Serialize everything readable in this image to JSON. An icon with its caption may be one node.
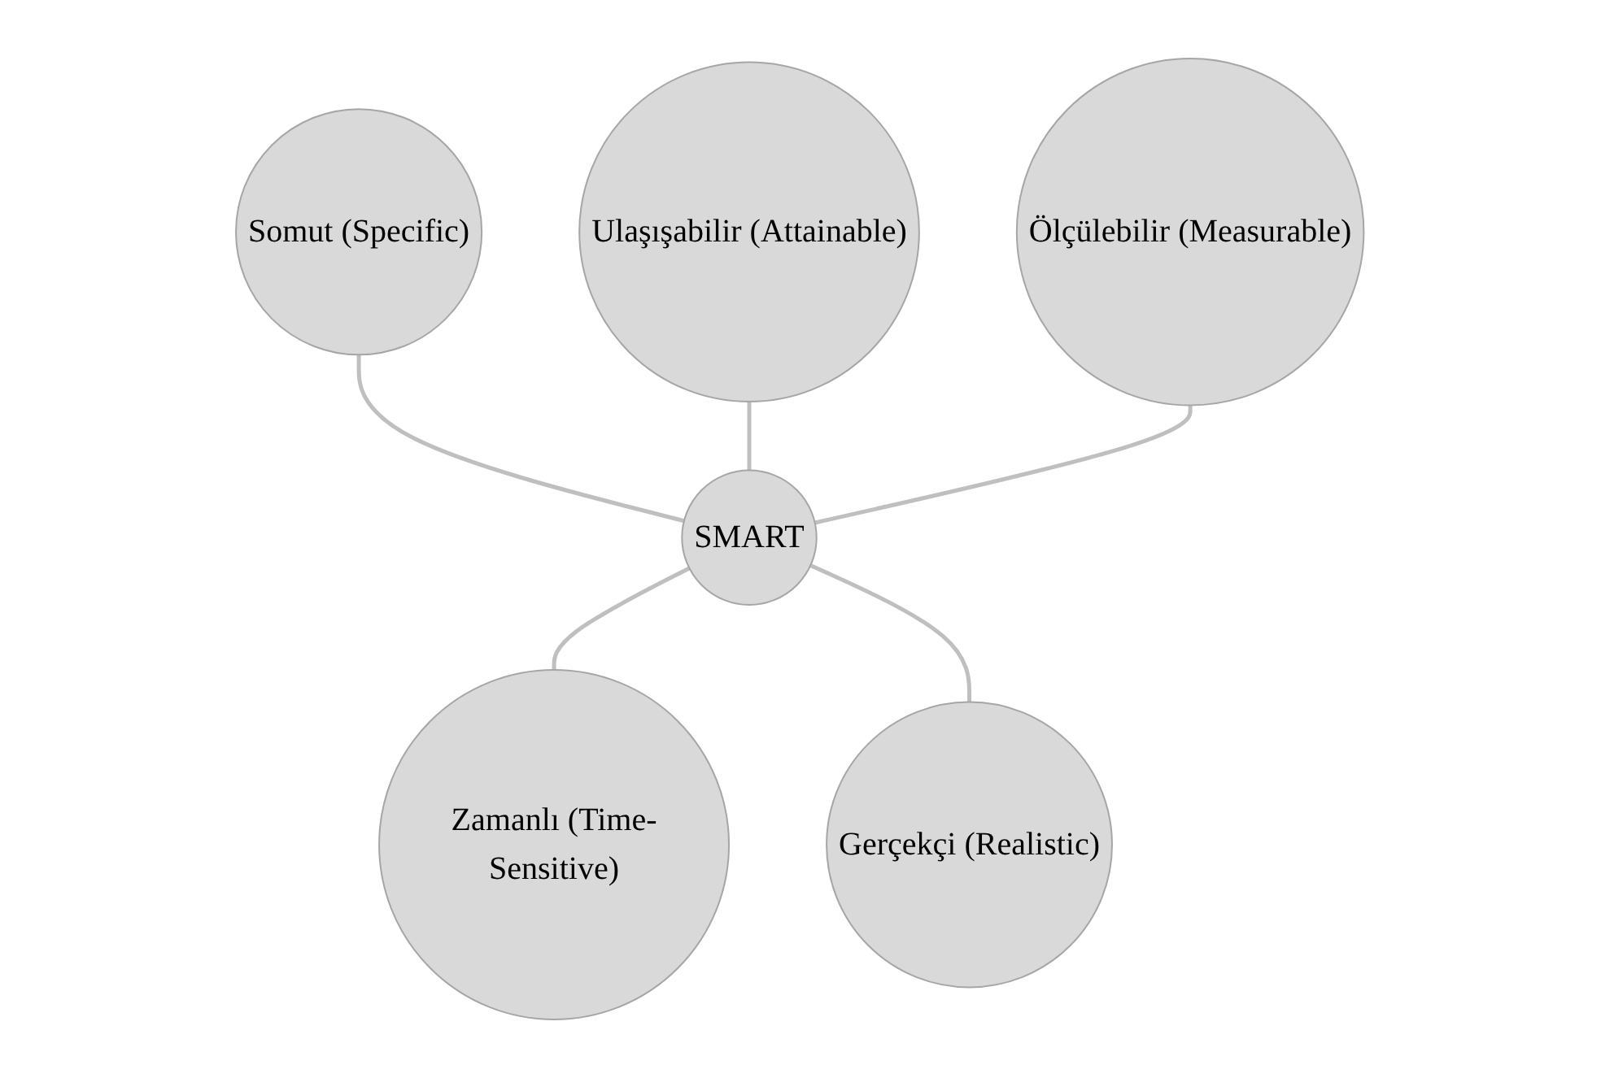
{
  "diagram": {
    "nodes": [
      {
        "text": [
          "Somut (Specific)"
        ]
      },
      {
        "text": [
          "Ulaşışabilir (Attainable)"
        ]
      },
      {
        "text": [
          "Ölçülebilir (Measurable)"
        ]
      },
      {
        "text": [
          "SMART"
        ]
      },
      {
        "text": [
          "Zamanlı (Time-Sensitive)"
        ]
      },
      {
        "text": [
          "Gerçekçi (Realistic)"
        ]
      }
    ],
    "edges": [
      {
        "from": 0,
        "to": 3,
        "arrow": "none"
      },
      {
        "from": 1,
        "to": 3,
        "arrow": "none"
      },
      {
        "from": 2,
        "to": 3,
        "arrow": "none"
      },
      {
        "from": 3,
        "to": 4,
        "arrow": "none"
      },
      {
        "from": 3,
        "to": 5,
        "arrow": "none"
      }
    ]
  }
}
